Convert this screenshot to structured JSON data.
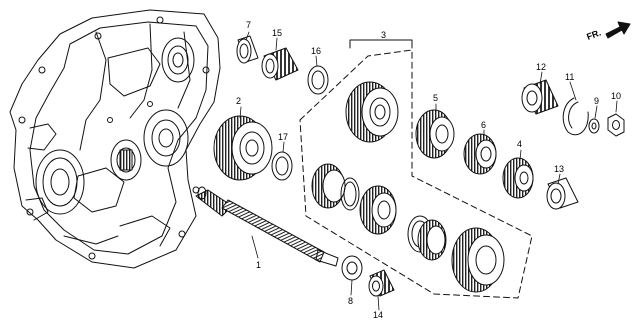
{
  "diagram": {
    "callouts": [
      "1",
      "2",
      "3",
      "4",
      "5",
      "6",
      "7",
      "8",
      "9",
      "10",
      "11",
      "12",
      "13",
      "14",
      "15",
      "16",
      "17"
    ],
    "direction_label": "FR."
  }
}
